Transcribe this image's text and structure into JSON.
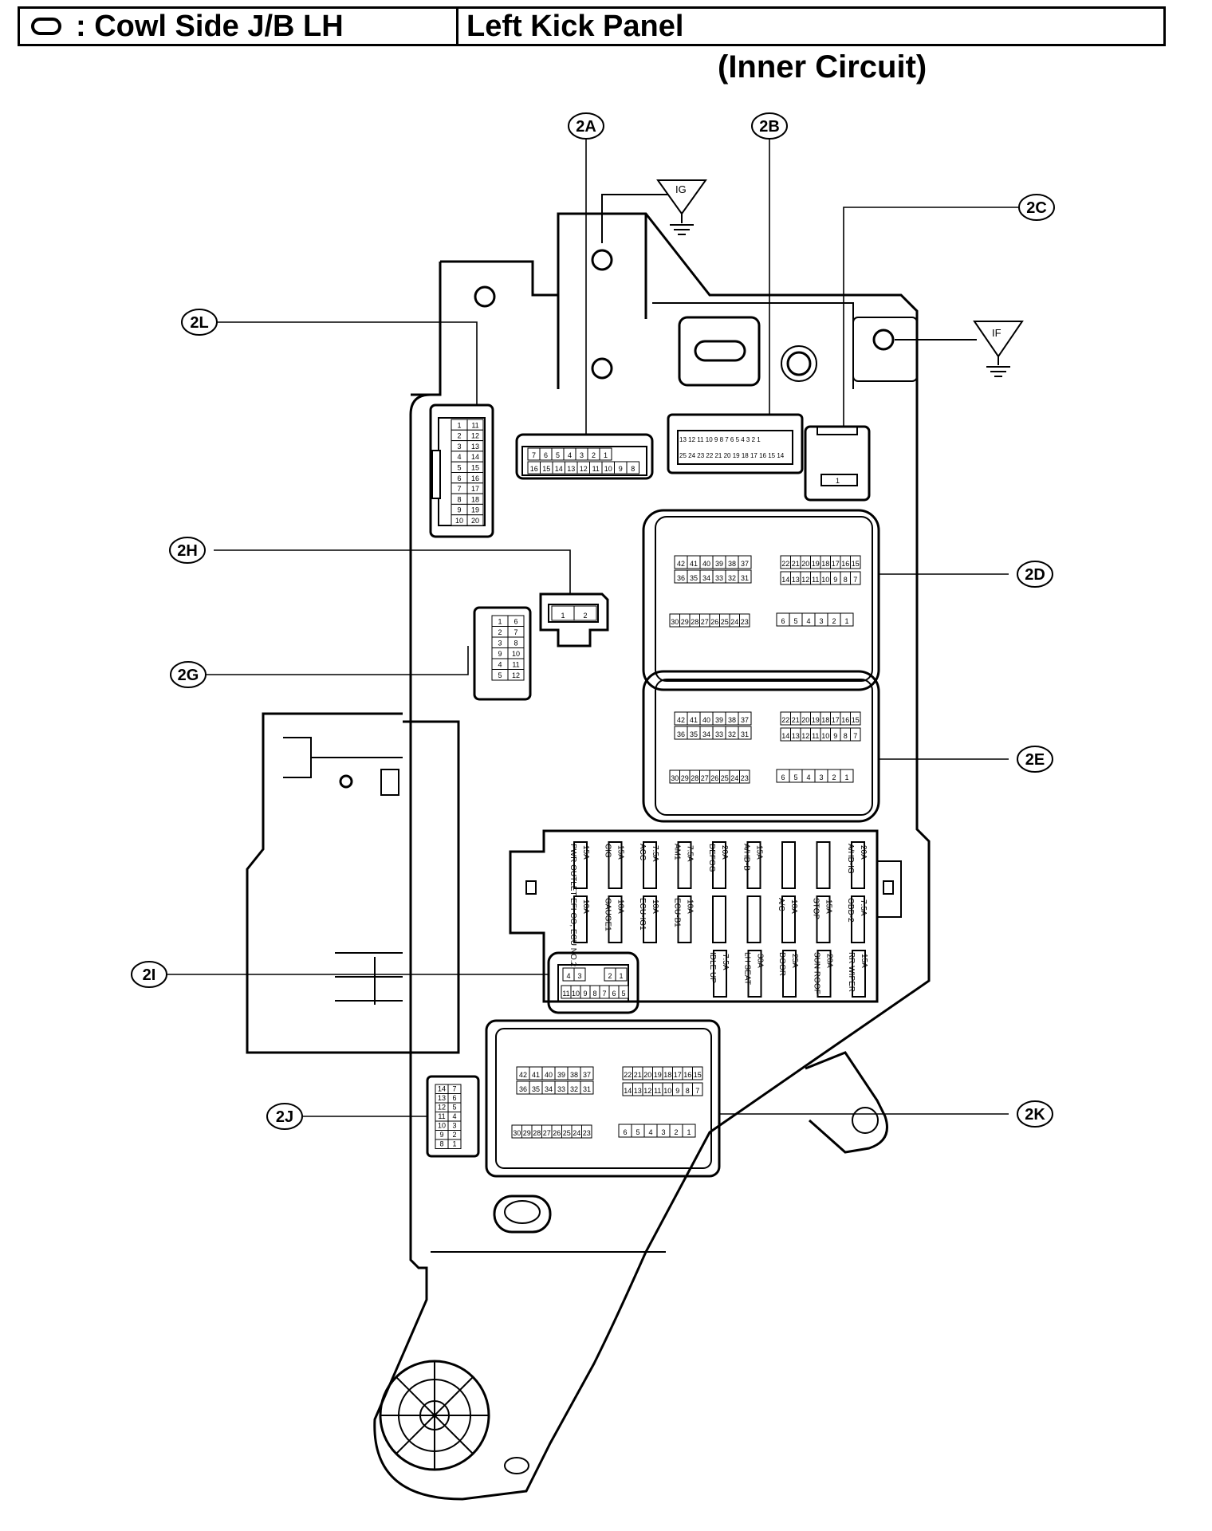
{
  "header": {
    "symbol_label": ": Cowl Side J/B LH",
    "location": "Left Kick Panel"
  },
  "subtitle": "(Inner Circuit)",
  "callouts": {
    "c2A": "2A",
    "c2B": "2B",
    "c2C": "2C",
    "c2D": "2D",
    "c2E": "2E",
    "c2G": "2G",
    "c2H": "2H",
    "c2I": "2I",
    "c2J": "2J",
    "c2K": "2K",
    "c2L": "2L"
  },
  "grounds": {
    "ig": "IG",
    "if": "IF"
  },
  "connector_2L": {
    "pins": [
      "1",
      "11",
      "2",
      "12",
      "3",
      "13",
      "4",
      "14",
      "5",
      "15",
      "6",
      "16",
      "7",
      "17",
      "8",
      "18",
      "9",
      "19",
      "10",
      "20"
    ]
  },
  "connector_2A": {
    "top": [
      "7",
      "6",
      "5",
      "4",
      "3",
      "2",
      "1"
    ],
    "bottom": [
      "16",
      "15",
      "14",
      "13",
      "12",
      "11",
      "10",
      "9",
      "8"
    ]
  },
  "connector_2B": {
    "top": "13 12 11 10 9 8 7 6 5 4 3 2 1",
    "bottom": "25 24 23 22 21 20 19 18 17 16 15 14"
  },
  "connector_2C": {
    "pin": "1"
  },
  "connector_2H": {
    "pins": [
      "1",
      "2"
    ]
  },
  "connector_2G": {
    "pins": [
      "1",
      "6",
      "2",
      "7",
      "3",
      "8",
      "9",
      "10",
      "4",
      "11",
      "5",
      "12"
    ]
  },
  "connector_2D": {
    "r1": [
      "42",
      "41",
      "40",
      "39",
      "38",
      "37"
    ],
    "r2": [
      "36",
      "35",
      "34",
      "33",
      "32",
      "31"
    ],
    "r3": [
      "22",
      "21",
      "20",
      "19",
      "18",
      "17",
      "16",
      "15"
    ],
    "r4": [
      "14",
      "13",
      "12",
      "11",
      "10",
      "9",
      "8",
      "7"
    ],
    "r5": [
      "30",
      "29",
      "28",
      "27",
      "26",
      "25",
      "24",
      "23"
    ],
    "r6": [
      "6",
      "5",
      "4",
      "3",
      "2",
      "1"
    ]
  },
  "connector_2E": {
    "r1": [
      "42",
      "41",
      "40",
      "39",
      "38",
      "37"
    ],
    "r2": [
      "36",
      "35",
      "34",
      "33",
      "32",
      "31"
    ],
    "r3": [
      "22",
      "21",
      "20",
      "19",
      "18",
      "17",
      "16",
      "15"
    ],
    "r4": [
      "14",
      "13",
      "12",
      "11",
      "10",
      "9",
      "8",
      "7"
    ],
    "r5": [
      "30",
      "29",
      "28",
      "27",
      "26",
      "25",
      "24",
      "23"
    ],
    "r6": [
      "6",
      "5",
      "4",
      "3",
      "2",
      "1"
    ]
  },
  "connector_2K": {
    "r1": [
      "42",
      "41",
      "40",
      "39",
      "38",
      "37"
    ],
    "r2": [
      "36",
      "35",
      "34",
      "33",
      "32",
      "31"
    ],
    "r3": [
      "22",
      "21",
      "20",
      "19",
      "18",
      "17",
      "16",
      "15"
    ],
    "r4": [
      "14",
      "13",
      "12",
      "11",
      "10",
      "9",
      "8",
      "7"
    ],
    "r5": [
      "30",
      "29",
      "28",
      "27",
      "26",
      "25",
      "24",
      "23"
    ],
    "r6": [
      "6",
      "5",
      "4",
      "3",
      "2",
      "1"
    ]
  },
  "connector_2I": {
    "top": [
      "4",
      "3",
      "2",
      "1"
    ],
    "bottom": [
      "11",
      "10",
      "9",
      "8",
      "7",
      "6",
      "5"
    ]
  },
  "connector_2J": {
    "pins": [
      "14",
      "7",
      "13",
      "6",
      "12",
      "5",
      "11",
      "4",
      "10",
      "3",
      "9",
      "2",
      "8",
      "1"
    ]
  },
  "fuses": {
    "row1": [
      {
        "name": "PWR OUTLET",
        "amp": "15A"
      },
      {
        "name": "CIG",
        "amp": "15A"
      },
      {
        "name": "ACC",
        "amp": "7.5A"
      },
      {
        "name": "AM1",
        "amp": "7.5A"
      },
      {
        "name": "DEFOG",
        "amp": "20A"
      },
      {
        "name": "A/HD-B",
        "amp": "15A"
      },
      {
        "name": "",
        "amp": ""
      },
      {
        "name": "",
        "amp": ""
      },
      {
        "name": "A/HD-IG",
        "amp": "20A"
      }
    ],
    "row2": [
      {
        "name": "EFI CO, ECU NO.2",
        "amp": "10A"
      },
      {
        "name": "GAUGE1",
        "amp": "10A"
      },
      {
        "name": "ECU-IG1",
        "amp": "10A"
      },
      {
        "name": "ECU-B1",
        "amp": "10A"
      },
      {
        "name": "",
        "amp": ""
      },
      {
        "name": "",
        "amp": ""
      },
      {
        "name": "A/C",
        "amp": "10A"
      },
      {
        "name": "STOP",
        "amp": "15A"
      },
      {
        "name": "OBD-2",
        "amp": "7.5A"
      }
    ],
    "row3": [
      {
        "name": "IDLE UP",
        "amp": "7.5A"
      },
      {
        "name": "LH SEAT",
        "amp": "30A"
      },
      {
        "name": "DOOR",
        "amp": "25A"
      },
      {
        "name": "SUN ROOF",
        "amp": "20A"
      },
      {
        "name": "RR WIPER",
        "amp": "15A"
      }
    ]
  }
}
